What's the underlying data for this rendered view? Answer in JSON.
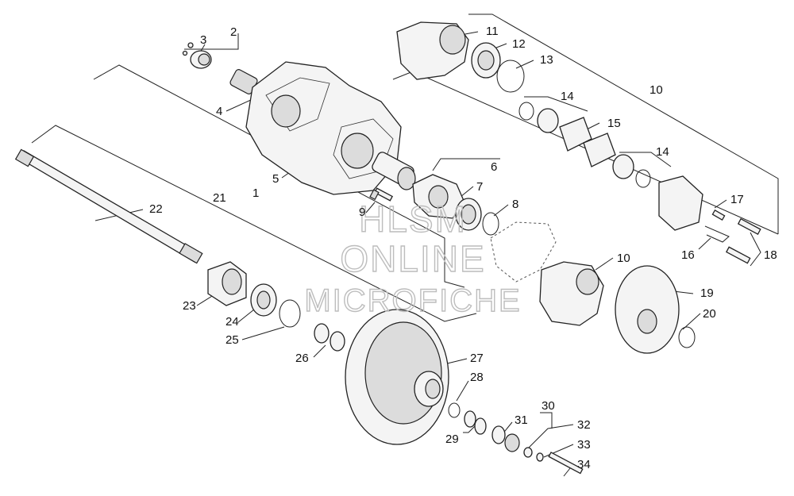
{
  "watermark": {
    "line1": "HLSM",
    "line2": "ONLINE",
    "line3": "MICROFICHE"
  },
  "callouts": {
    "c1": "1",
    "c2": "2",
    "c3": "3",
    "c4": "4",
    "c5": "5",
    "c6": "6",
    "c7": "7",
    "c8": "8",
    "c9": "9",
    "c10a": "10",
    "c10b": "10",
    "c11": "11",
    "c12": "12",
    "c13": "13",
    "c14a": "14",
    "c14b": "14",
    "c15": "15",
    "c16": "16",
    "c17": "17",
    "c18": "18",
    "c19": "19",
    "c20": "20",
    "c21": "21",
    "c22": "22",
    "c23": "23",
    "c24": "24",
    "c25": "25",
    "c26": "26",
    "c27": "27",
    "c28": "28",
    "c29": "29",
    "c30": "30",
    "c31": "31",
    "c32": "32",
    "c33": "33",
    "c34": "34"
  }
}
